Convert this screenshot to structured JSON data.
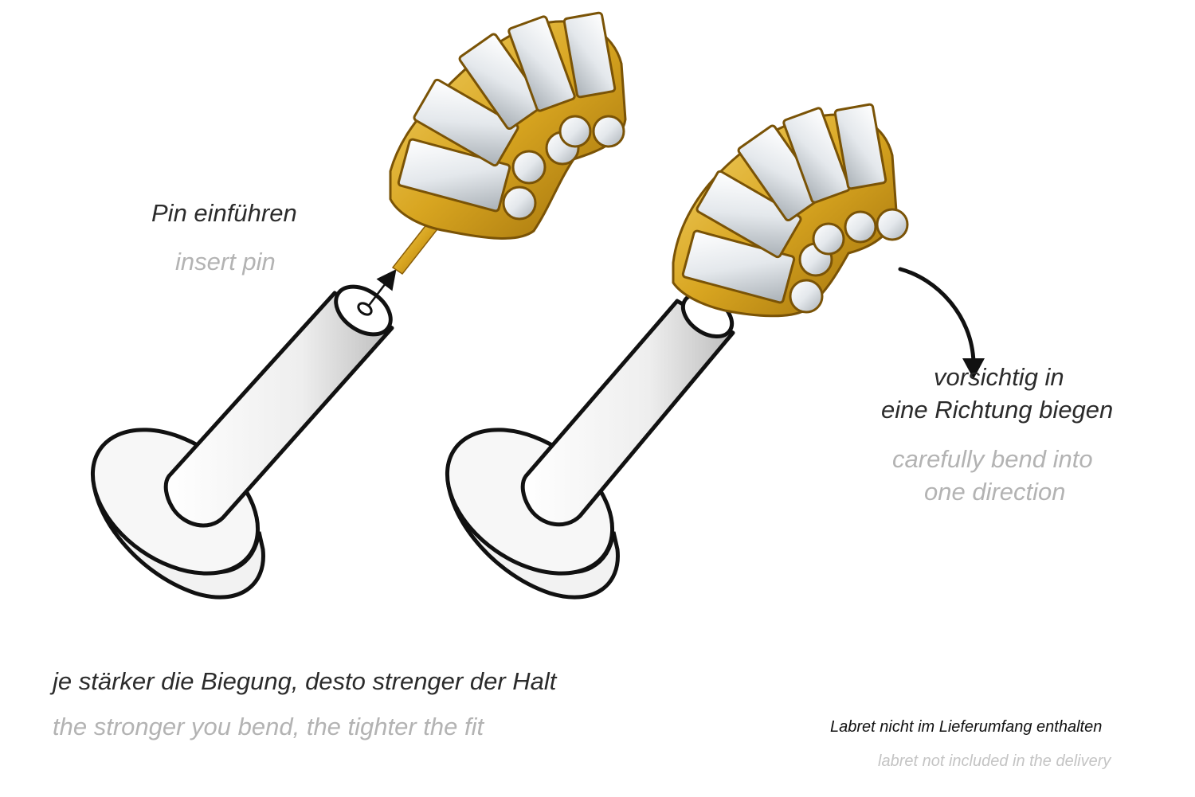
{
  "step1": {
    "de": "Pin einführen",
    "en": "insert pin"
  },
  "step2": {
    "de_line1": "vorsichtig in",
    "de_line2": "eine Richtung biegen",
    "en_line1": "carefully bend into",
    "en_line2": "one direction"
  },
  "tip": {
    "de": "je stärker die Biegung, desto strenger der Halt",
    "en": "the stronger you bend, the tighter the fit"
  },
  "note": {
    "de": "Labret nicht im Lieferumfang enthalten",
    "en": "labret not included in the delivery"
  },
  "colors": {
    "gold": "#d8a520",
    "gold_dark": "#9c6d0a",
    "outline": "#111111",
    "text_de": "#2b2b2b",
    "text_en": "#b3b3b3"
  }
}
